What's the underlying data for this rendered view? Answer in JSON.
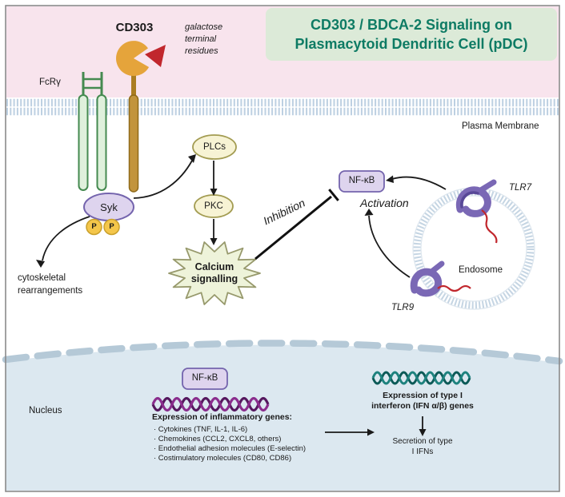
{
  "title": {
    "line1": "CD303 / BDCA-2 Signaling on",
    "line2": "Plasmacytoid Dendritic Cell (pDC)"
  },
  "receptor": {
    "cd303": "CD303",
    "galactose": "galactose terminal residues",
    "fcr": "FcRγ"
  },
  "membrane": {
    "label": "Plasma Membrane"
  },
  "pathway": {
    "syk": "Syk",
    "p1": "P",
    "p2": "P",
    "plcs": "PLCs",
    "pkc": "PKC",
    "calcium": "Calcium signalling",
    "inhibition": "Inhibition",
    "activation": "Activation",
    "nfkb": "NF-κB",
    "cytoskeletal": "cytoskeletal rearrangements"
  },
  "endosome": {
    "label": "Endosome",
    "tlr7": "TLR7",
    "tlr9": "TLR9"
  },
  "nucleus": {
    "label": "Nucleus",
    "nfkb": "NF-κB",
    "inflammatory_title": "Expression of inflammatory genes:",
    "genes": [
      "· Cytokines (TNF, IL-1, IL-6)",
      "· Chemokines (CCL2, CXCL8, others)",
      "· Endothelial adhesion molecules (E-selectin)",
      "· Costimulatory molecules (CD80, CD86)"
    ],
    "type1_line1": "Expression of type I",
    "type1_line2": "interferon (IFN α/β) genes",
    "secretion": "Secretion of type I IFNs"
  },
  "colors": {
    "accent_title": "#0e7b64",
    "title_bg": "#dcead8",
    "extracellular_pink": "#f8e4ed",
    "membrane_blue": "#bdd0e2",
    "nucleus_fill": "#dce8f0",
    "purple_node": "#ded4ee",
    "purple_border": "#7464ad",
    "yellow_p": "#f4c64a",
    "red_ligand": "#c1272d",
    "green_chain": "#458a50",
    "brown_stalk": "#ab7d22"
  }
}
